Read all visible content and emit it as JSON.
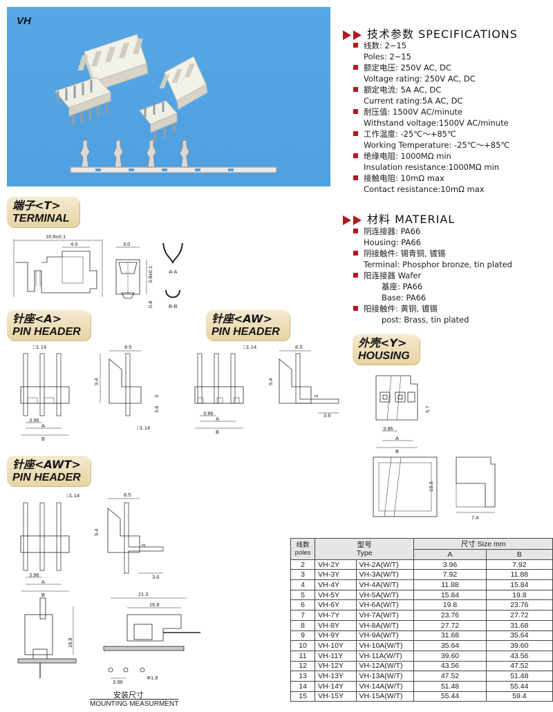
{
  "photo": {
    "label": "VH"
  },
  "tags": {
    "terminal": {
      "zh": "端子<T>",
      "en": "TERMINAL"
    },
    "pin_a": {
      "zh": "针座<A>",
      "en": "PIN HEADER"
    },
    "pin_aw": {
      "zh": "针座<AW>",
      "en": "PIN HEADER"
    },
    "pin_awt": {
      "zh": "针座<AWT>",
      "en": "PIN HEADER"
    },
    "housing": {
      "zh": "外壳<Y>",
      "en": "HOUSING"
    }
  },
  "specifications": {
    "heading_zh": "技术参数",
    "heading_en": "SPECIFICATIONS",
    "items": [
      {
        "zh": "线数: 2~15",
        "en": "Poles: 2~15"
      },
      {
        "zh": "额定电压: 250V  AC, DC",
        "en": "Voltage rating: 250V  AC, DC"
      },
      {
        "zh": "额定电流: 5A  AC, DC",
        "en": "Current rating:5A  AC, DC"
      },
      {
        "zh": "耐压值: 1500V  AC/minute",
        "en": "Withstand voltage:1500V  AC/minute"
      },
      {
        "zh": "工作温度: -25℃～+85℃",
        "en": "Working Temperature: -25℃～+85℃"
      },
      {
        "zh": "绝缘电阻: 1000MΩ min",
        "en": "Insulation resistance:1000MΩ min"
      },
      {
        "zh": "接触电阻: 10mΩ max",
        "en": "Contact resistance:10mΩ max"
      }
    ]
  },
  "material": {
    "heading_zh": "材料",
    "heading_en": "MATERIAL",
    "lines": [
      {
        "text": "阴连接器: PA66",
        "bullet": true,
        "indent": false
      },
      {
        "text": "Housing: PA66",
        "bullet": false,
        "indent": false
      },
      {
        "text": "阴接触件: 锡青铜, 镀锡",
        "bullet": true,
        "indent": false
      },
      {
        "text": "Terminal: Phosphor bronze, tin plated",
        "bullet": false,
        "indent": false
      },
      {
        "text": "阳连接器 Wafer",
        "bullet": true,
        "indent": false
      },
      {
        "text": "基座: PA66",
        "bullet": false,
        "indent": true
      },
      {
        "text": "Base: PA66",
        "bullet": false,
        "indent": true
      },
      {
        "text": "阳接触件: 黄铜, 镀锡",
        "bullet": true,
        "indent": false
      },
      {
        "text": "post: Brass, tin plated",
        "bullet": false,
        "indent": true
      }
    ]
  },
  "dims": {
    "t_108": "10.8±0.1",
    "t_40": "4.0",
    "t_30": "3.0",
    "t_38": "3.8±0.1",
    "t_08": "0.8",
    "t_aa": "A-A",
    "t_bb": "B-B",
    "a_114": "□1.14",
    "a_85": "8.5",
    "a_94": "9.4",
    "a_3": "3",
    "a_36": "3.6",
    "a_396": "3.96",
    "a_A": "A",
    "a_B": "B",
    "a_114b": "□1.14",
    "aw_114": "□1.14",
    "aw_85": "8.5",
    "aw_94": "9.4",
    "aw_3": "3",
    "aw_36": "3.6",
    "aw_396": "3.96",
    "aw_A": "A",
    "aw_B": "B",
    "awt_114": "□1.14",
    "awt_85": "8.5",
    "awt_94": "9.4",
    "awt_3": "3",
    "awt_36": "3.6",
    "awt_396": "3.96",
    "awt_A": "A",
    "awt_B": "B",
    "y_57": "5.7",
    "y_396": "3.96",
    "y_A": "A",
    "y_B": "B",
    "y_133": "13.3",
    "y_74": "7.4",
    "m_213": "21.3",
    "m_168": "16.8",
    "m_168v": "16.8",
    "m_396": "3.96",
    "m_hole": "Φ1.8"
  },
  "mounting": {
    "zh": "安装尺寸",
    "en": "MOUNTING MEASURMENT"
  },
  "table": {
    "h_poles_zh": "线数",
    "h_poles_en": "poles",
    "h_type_zh": "型号",
    "h_type_en": "Type",
    "h_size": "尺寸  Size mm",
    "h_a": "A",
    "h_b": "B",
    "rows": [
      [
        "2",
        "VH-2Y",
        "VH-2A(W/T)",
        "3.96",
        "7.92"
      ],
      [
        "3",
        "VH-3Y",
        "VH-3A(W/T)",
        "7.92",
        "11.88"
      ],
      [
        "4",
        "VH-4Y",
        "VH-4A(W/T)",
        "11.88",
        "15.84"
      ],
      [
        "5",
        "VH-5Y",
        "VH-5A(W/T)",
        "15.84",
        "19.8"
      ],
      [
        "6",
        "VH-6Y",
        "VH-6A(W/T)",
        "19.8",
        "23.76"
      ],
      [
        "7",
        "VH-7Y",
        "VH-7A(W/T)",
        "23.76",
        "27.72"
      ],
      [
        "8",
        "VH-8Y",
        "VH-8A(W/T)",
        "27.72",
        "31.68"
      ],
      [
        "9",
        "VH-9Y",
        "VH-9A(W/T)",
        "31.68",
        "35.64"
      ],
      [
        "10",
        "VH-10Y",
        "VH-10A(W/T)",
        "35.64",
        "39.60"
      ],
      [
        "11",
        "VH-11Y",
        "VH-11A(W/T)",
        "39.60",
        "43.56"
      ],
      [
        "12",
        "VH-12Y",
        "VH-12A(W/T)",
        "43.56",
        "47.52"
      ],
      [
        "13",
        "VH-13Y",
        "VH-13A(W/T)",
        "47.52",
        "51.48"
      ],
      [
        "14",
        "VH-14Y",
        "VH-14A(W/T)",
        "51.48",
        "55.44"
      ],
      [
        "15",
        "VH-15Y",
        "VH-15A(W/T)",
        "55.44",
        "59.4"
      ]
    ]
  }
}
